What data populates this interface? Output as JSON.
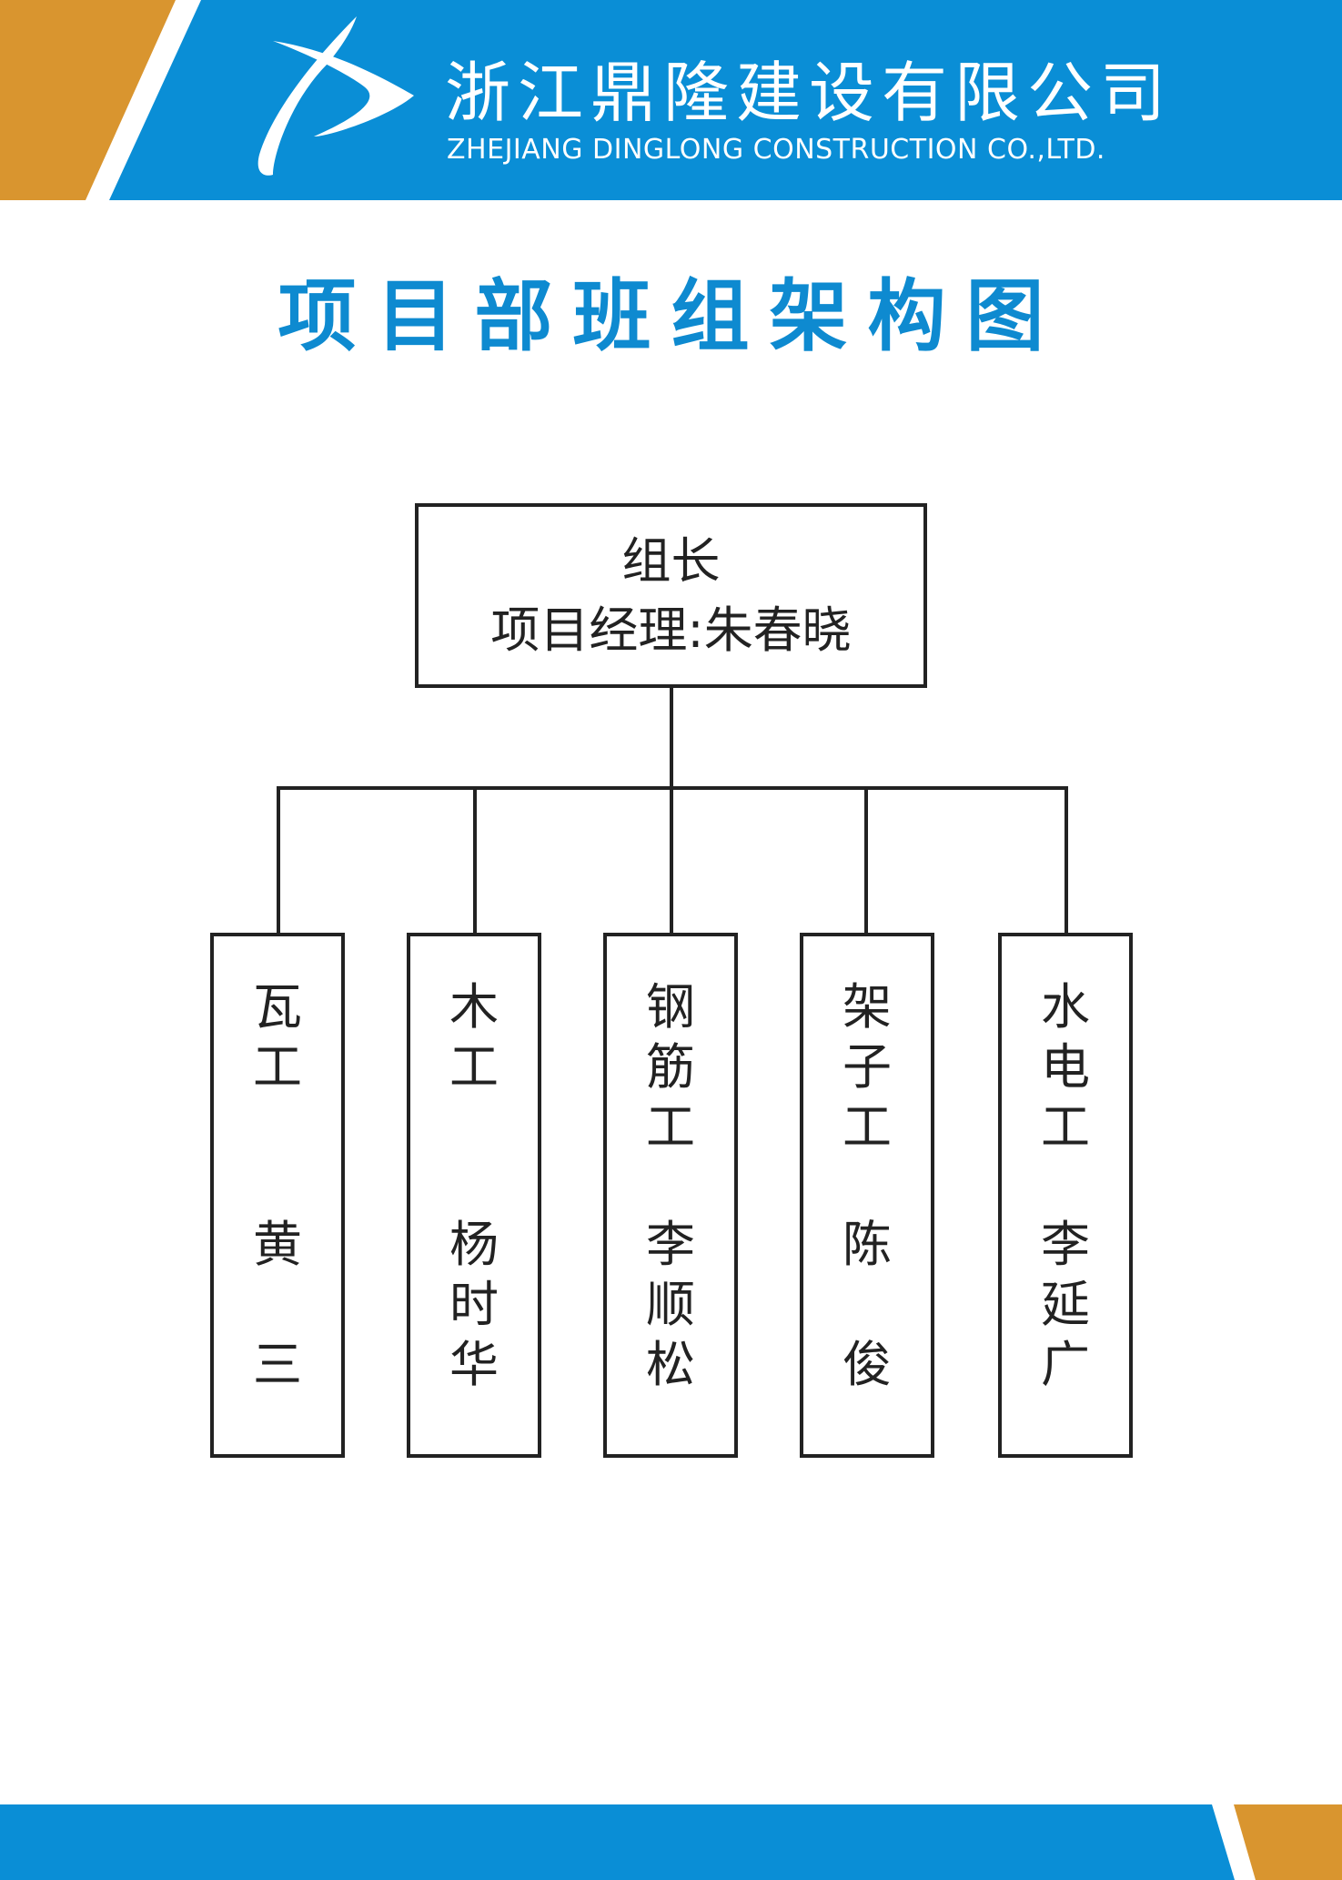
{
  "company": {
    "name_cn": "浙江鼎隆建设有限公司",
    "name_en": "ZHEJIANG DINGLONG CONSTRUCTION CO.,LTD."
  },
  "title": "项目部班组架构图",
  "leader": {
    "label": "组长",
    "name_line": "项目经理:朱春晓"
  },
  "teams": [
    {
      "role": "瓦工",
      "name": "黄三"
    },
    {
      "role": "木工",
      "name": "杨时华"
    },
    {
      "role": "钢筋工",
      "name": "李顺松"
    },
    {
      "role": "架子工",
      "name": "陈俊"
    },
    {
      "role": "水电工",
      "name": "李延广"
    }
  ],
  "colors": {
    "blue": "#0a8ed6",
    "orange": "#d9952f",
    "title": "#0e8ad0"
  }
}
